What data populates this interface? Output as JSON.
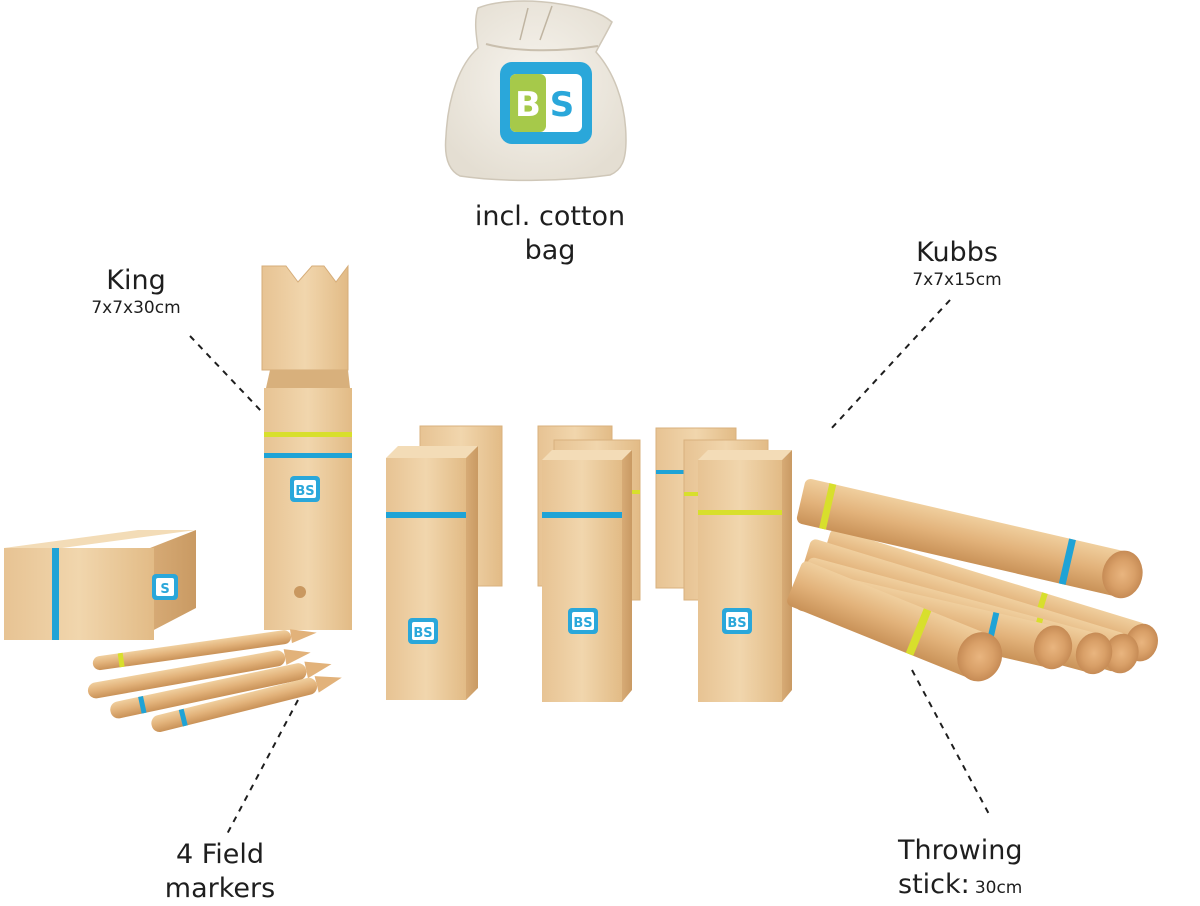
{
  "labels": {
    "bag": {
      "line1": "incl. cotton",
      "line2": "bag"
    },
    "king": {
      "name": "King",
      "size": "7x7x30cm"
    },
    "kubbs": {
      "name": "Kubbs",
      "size": "7x7x15cm"
    },
    "markers": {
      "line1": "4 Field",
      "line2": "markers"
    },
    "stick": {
      "line1": "Throwing",
      "line2": "stick:",
      "size": "30cm"
    }
  },
  "logo": {
    "text": "BS"
  },
  "colors": {
    "wood": "#e8c79a",
    "wood_dark": "#d2a673",
    "band_blue": "#1fa3d6",
    "band_yellow": "#d8df2c",
    "bag": "#f1ede4"
  }
}
